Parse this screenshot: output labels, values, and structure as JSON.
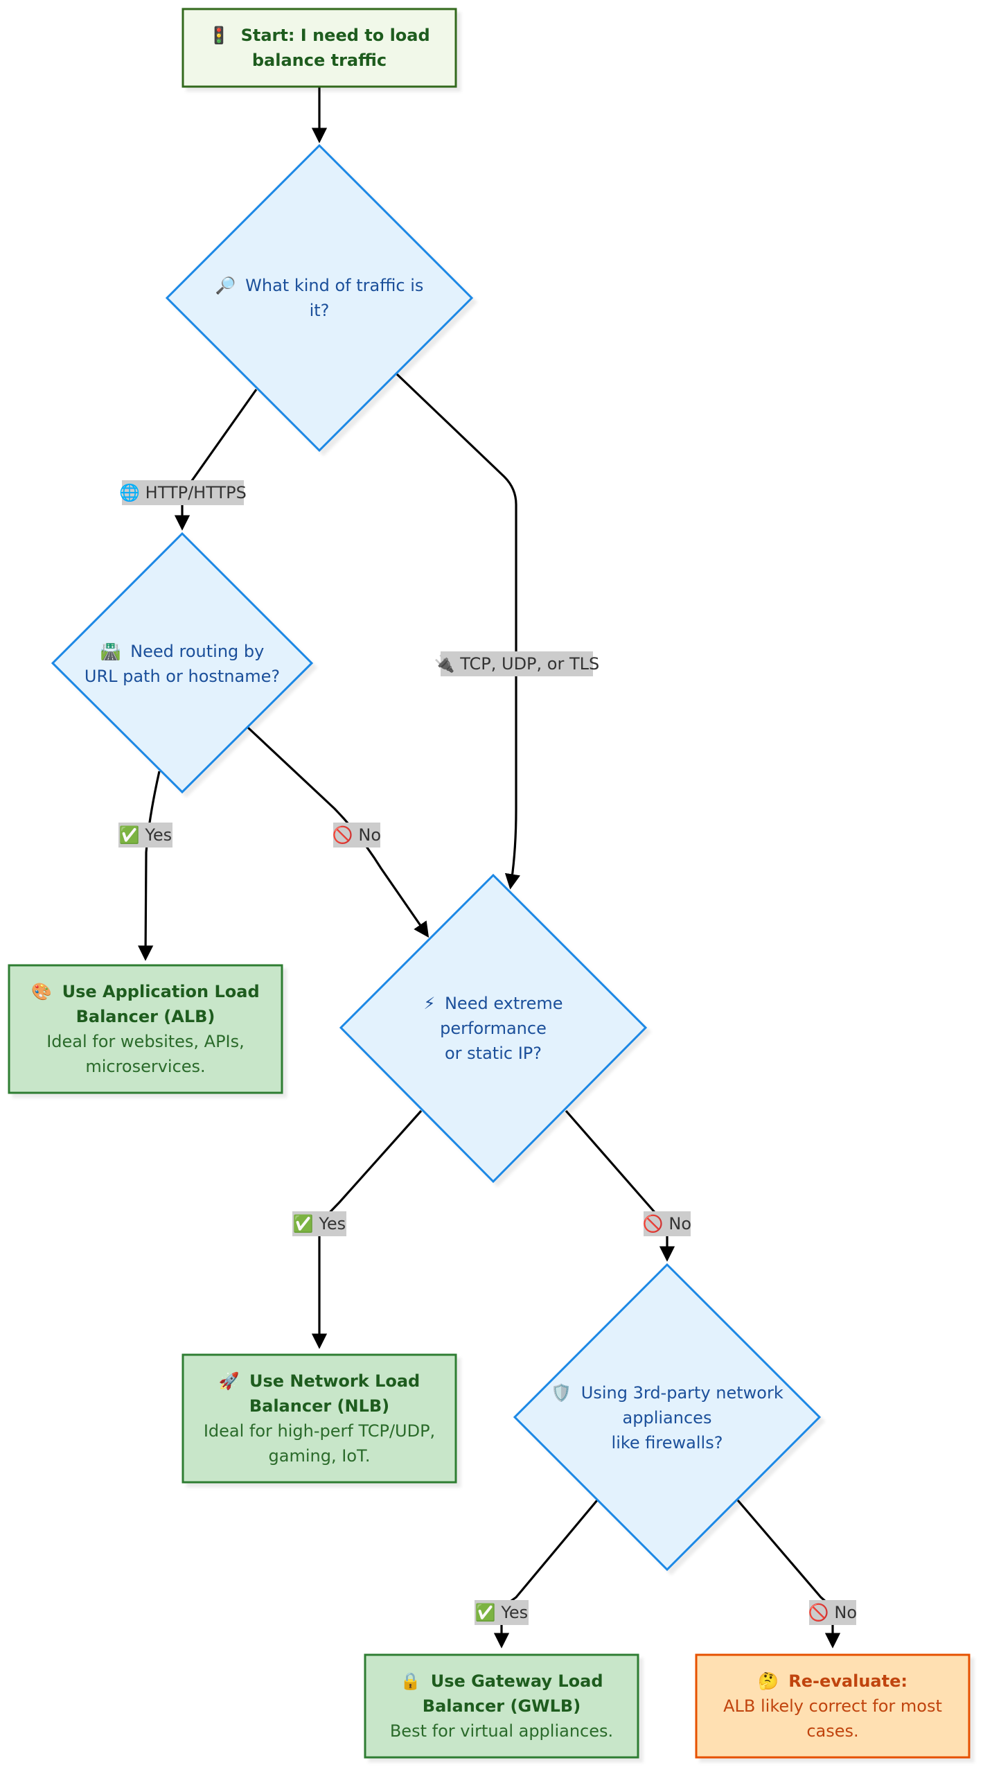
{
  "nodes": {
    "start": {
      "icon": "🚦",
      "line1": "Start: I need to load",
      "line2": "balance traffic"
    },
    "traffic_kind": {
      "icon": "🔎",
      "line1": "What kind of traffic is",
      "line2": "it?"
    },
    "routing": {
      "icon": "🛣️",
      "line1": "Need routing by",
      "line2": "URL path or hostname?"
    },
    "performance": {
      "icon": "⚡",
      "line1": "Need extreme",
      "line2": "performance",
      "line3": "or static IP?"
    },
    "third_party": {
      "icon": "🛡️",
      "line1": "Using 3rd-party network",
      "line2": "appliances",
      "line3": "like firewalls?"
    },
    "alb": {
      "icon": "🎨",
      "title1": "Use Application Load",
      "title2": "Balancer (ALB)",
      "desc1": "Ideal for websites, APIs,",
      "desc2": "microservices."
    },
    "nlb": {
      "icon": "🚀",
      "title1": "Use Network Load",
      "title2": "Balancer (NLB)",
      "desc1": "Ideal for high-perf TCP/UDP,",
      "desc2": "gaming, IoT."
    },
    "gwlb": {
      "icon": "🔒",
      "title1": "Use Gateway Load",
      "title2": "Balancer (GWLB)",
      "desc1": "Best for virtual appliances."
    },
    "reevaluate": {
      "icon": "🤔",
      "title1": "Re-evaluate:",
      "desc1": "ALB likely correct for most",
      "desc2": "cases."
    }
  },
  "edge_labels": {
    "http": "🌐 HTTP/HTTPS",
    "tcp": "🔌 TCP, UDP, or TLS",
    "routing_yes": "✅ Yes",
    "routing_no": "🚫 No",
    "perf_yes": "✅ Yes",
    "perf_no": "🚫 No",
    "third_yes": "✅ Yes",
    "third_no": "🚫 No"
  },
  "colors": {
    "start_fill": "#f1f8e9",
    "start_stroke": "#33691e",
    "decision_fill": "#e3f2fd",
    "decision_stroke": "#1e88e5",
    "result_fill": "#c8e6c9",
    "result_stroke": "#2e7d32",
    "warn_fill": "#ffe0b2",
    "warn_stroke": "#e65100",
    "label_bg": "#cccccc"
  }
}
